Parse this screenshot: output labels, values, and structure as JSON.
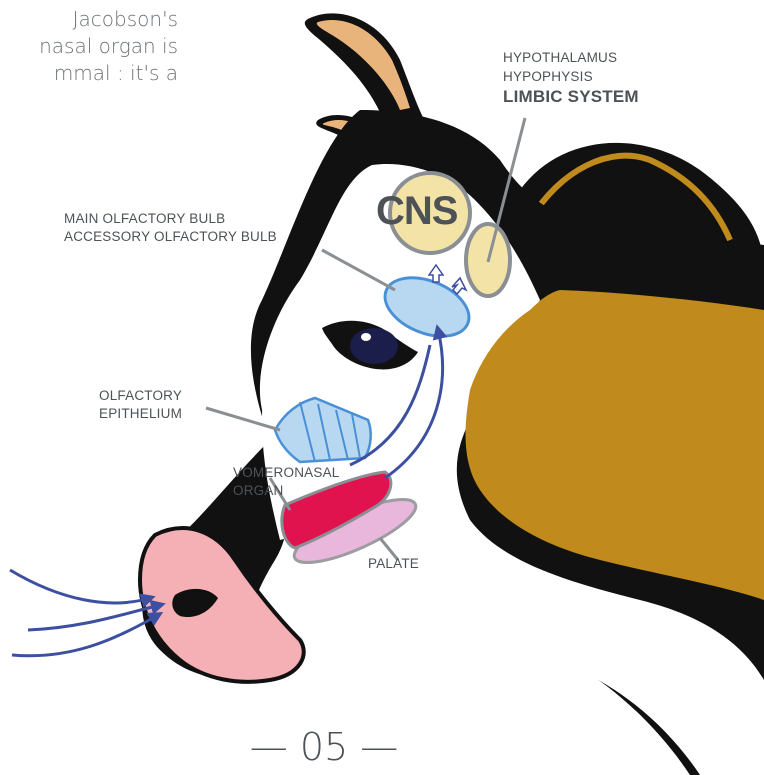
{
  "intro_lines": [
    "Jacobson's",
    "nasal organ is",
    "mmal : it's a"
  ],
  "labels": {
    "hypothalamus": "HYPOTHALAMUS",
    "hypophysis": "HYPOPHYSIS",
    "limbic_system": "LIMBIC SYSTEM",
    "main_olfactory_bulb": "MAIN OLFACTORY BULB",
    "accessory_olfactory_bulb": "ACCESSORY OLFACTORY BULB",
    "cns": "CNS",
    "olfactory": "OLFACTORY",
    "epithelium": "EPITHELIUM",
    "vomeronasal": "VOMERONASAL",
    "organ": "ORGAN",
    "palate": "PALATE"
  },
  "page_number": "— 05 —",
  "colors": {
    "hide_black": "#111111",
    "hide_brown": "#c08a1c",
    "horn": "#e9b47b",
    "muzzle": "#f4b0b4",
    "bulb": "#b8d8f2",
    "bulb_stroke": "#4a90d6",
    "cns": "#f4e3a6",
    "vno": "#e0134f",
    "palate": "#e9b6dc",
    "arrow": "#3c4fa0",
    "pointer": "#8a8f94"
  }
}
